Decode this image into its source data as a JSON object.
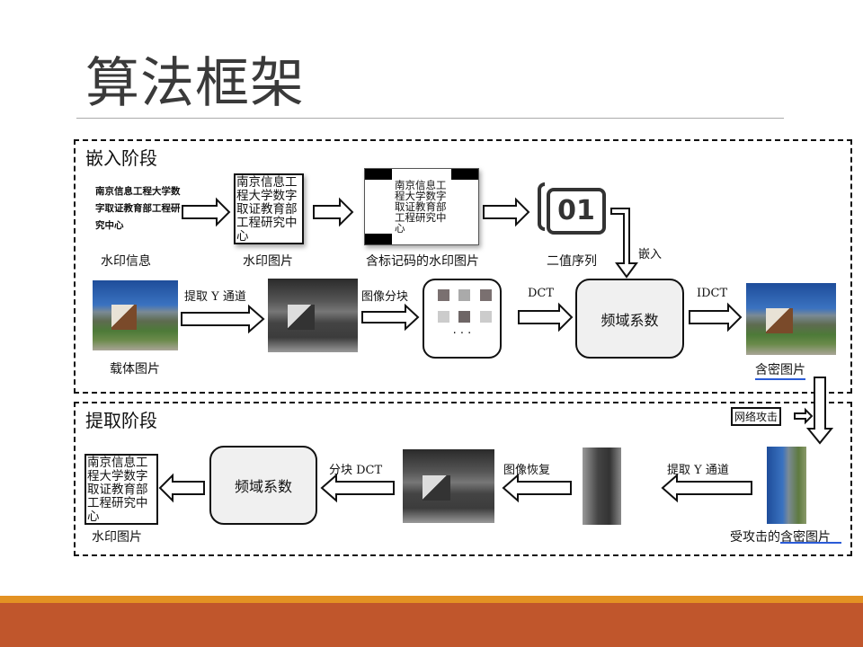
{
  "title": "算法框架",
  "embed": {
    "stage_label": "嵌入阶段",
    "watermark_text": "南京信息工程大学数字取证教育部工程研究中心",
    "watermark_image_text": "南京信息工程大学数字取证教育部工程研究中心",
    "labels": {
      "watermark_info": "水印信息",
      "watermark_image": "水印图片",
      "marked_watermark": "含标记码的水印图片",
      "binary_sequence": "二值序列",
      "carrier_image": "载体图片",
      "stego_image": "含密图片"
    },
    "binary_icon_text": "01",
    "steps": {
      "embed": "嵌入",
      "extract_y": "提取 Y 通道",
      "blocking": "图像分块",
      "dct": "DCT",
      "idct": "IDCT",
      "ellipsis": "· · ·"
    },
    "freq_box": "频域系数"
  },
  "attack_label": "网络攻击",
  "extract": {
    "stage_label": "提取阶段",
    "watermark_image_text": "南京信息工程大学数字取证教育部工程研究中心",
    "labels": {
      "watermark_image": "水印图片",
      "attacked_image": "受攻击的含密图片"
    },
    "steps": {
      "block_dct": "分块 DCT",
      "restore": "图像恢复",
      "extract_y": "提取 Y 通道"
    },
    "freq_box": "频域系数"
  }
}
